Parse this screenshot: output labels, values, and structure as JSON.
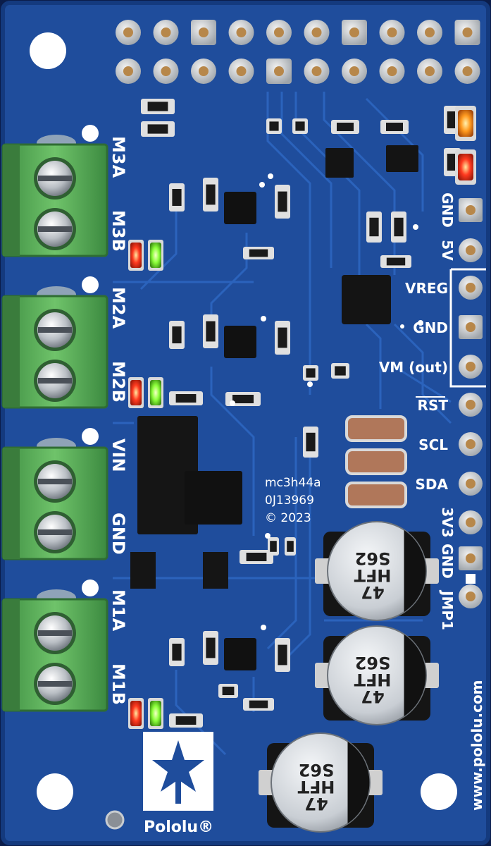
{
  "board": {
    "colors": {
      "pcb": "#1f4d9c",
      "pcb_dark": "#143a7e",
      "trace": "#2a62b8",
      "silkscreen": "#ffffff",
      "terminal": "#5cb85c",
      "led_red": "#ff3a1f",
      "led_green": "#7dff3a",
      "led_orange": "#ff9a1f"
    },
    "terminal_labels": [
      "M3A",
      "M3B",
      "M2A",
      "M2B",
      "VIN",
      "GND",
      "M1A",
      "M1B"
    ],
    "pin_labels": [
      "GND",
      "5V",
      "VREG",
      "GND",
      "VM (out)",
      "RST",
      "SCL",
      "SDA",
      "3V3",
      "GND",
      "JMP1"
    ],
    "info_text": [
      "mc3h44a",
      "0J13969",
      "© 2023"
    ],
    "capacitor_text": [
      "47",
      "HFT",
      "S62"
    ],
    "brand": "Pololu®",
    "website": "www.pololu.com"
  }
}
